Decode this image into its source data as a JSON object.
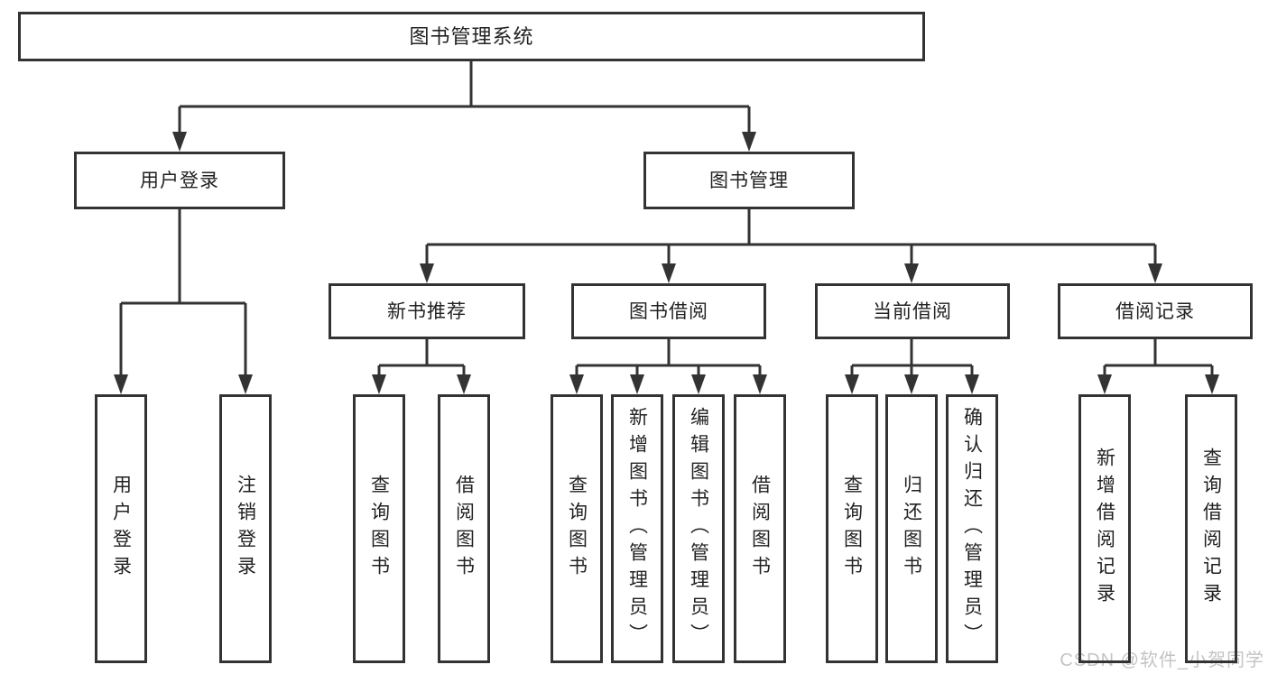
{
  "diagram": {
    "root": {
      "label": "图书管理系统"
    },
    "branches": [
      {
        "label": "用户登录",
        "children": [
          {
            "label": "用户登录"
          },
          {
            "label": "注销登录"
          }
        ]
      },
      {
        "label": "图书管理",
        "children": [
          {
            "label": "新书推荐",
            "children": [
              {
                "label": "查询图书"
              },
              {
                "label": "借阅图书"
              }
            ]
          },
          {
            "label": "图书借阅",
            "children": [
              {
                "label": "查询图书"
              },
              {
                "label": "新增图书（管理员）"
              },
              {
                "label": "编辑图书（管理员）"
              },
              {
                "label": "借阅图书"
              }
            ]
          },
          {
            "label": "当前借阅",
            "children": [
              {
                "label": "查询图书"
              },
              {
                "label": "归还图书"
              },
              {
                "label": "确认归还（管理员）"
              }
            ]
          },
          {
            "label": "借阅记录",
            "children": [
              {
                "label": "新增借阅记录"
              },
              {
                "label": "查询借阅记录"
              }
            ]
          }
        ]
      }
    ]
  },
  "watermark": {
    "text": "CSDN @软件_小贺同学"
  },
  "colors": {
    "line": "#333333",
    "text": "#222222",
    "bg": "#ffffff",
    "watermark": "#c4c4c4"
  }
}
